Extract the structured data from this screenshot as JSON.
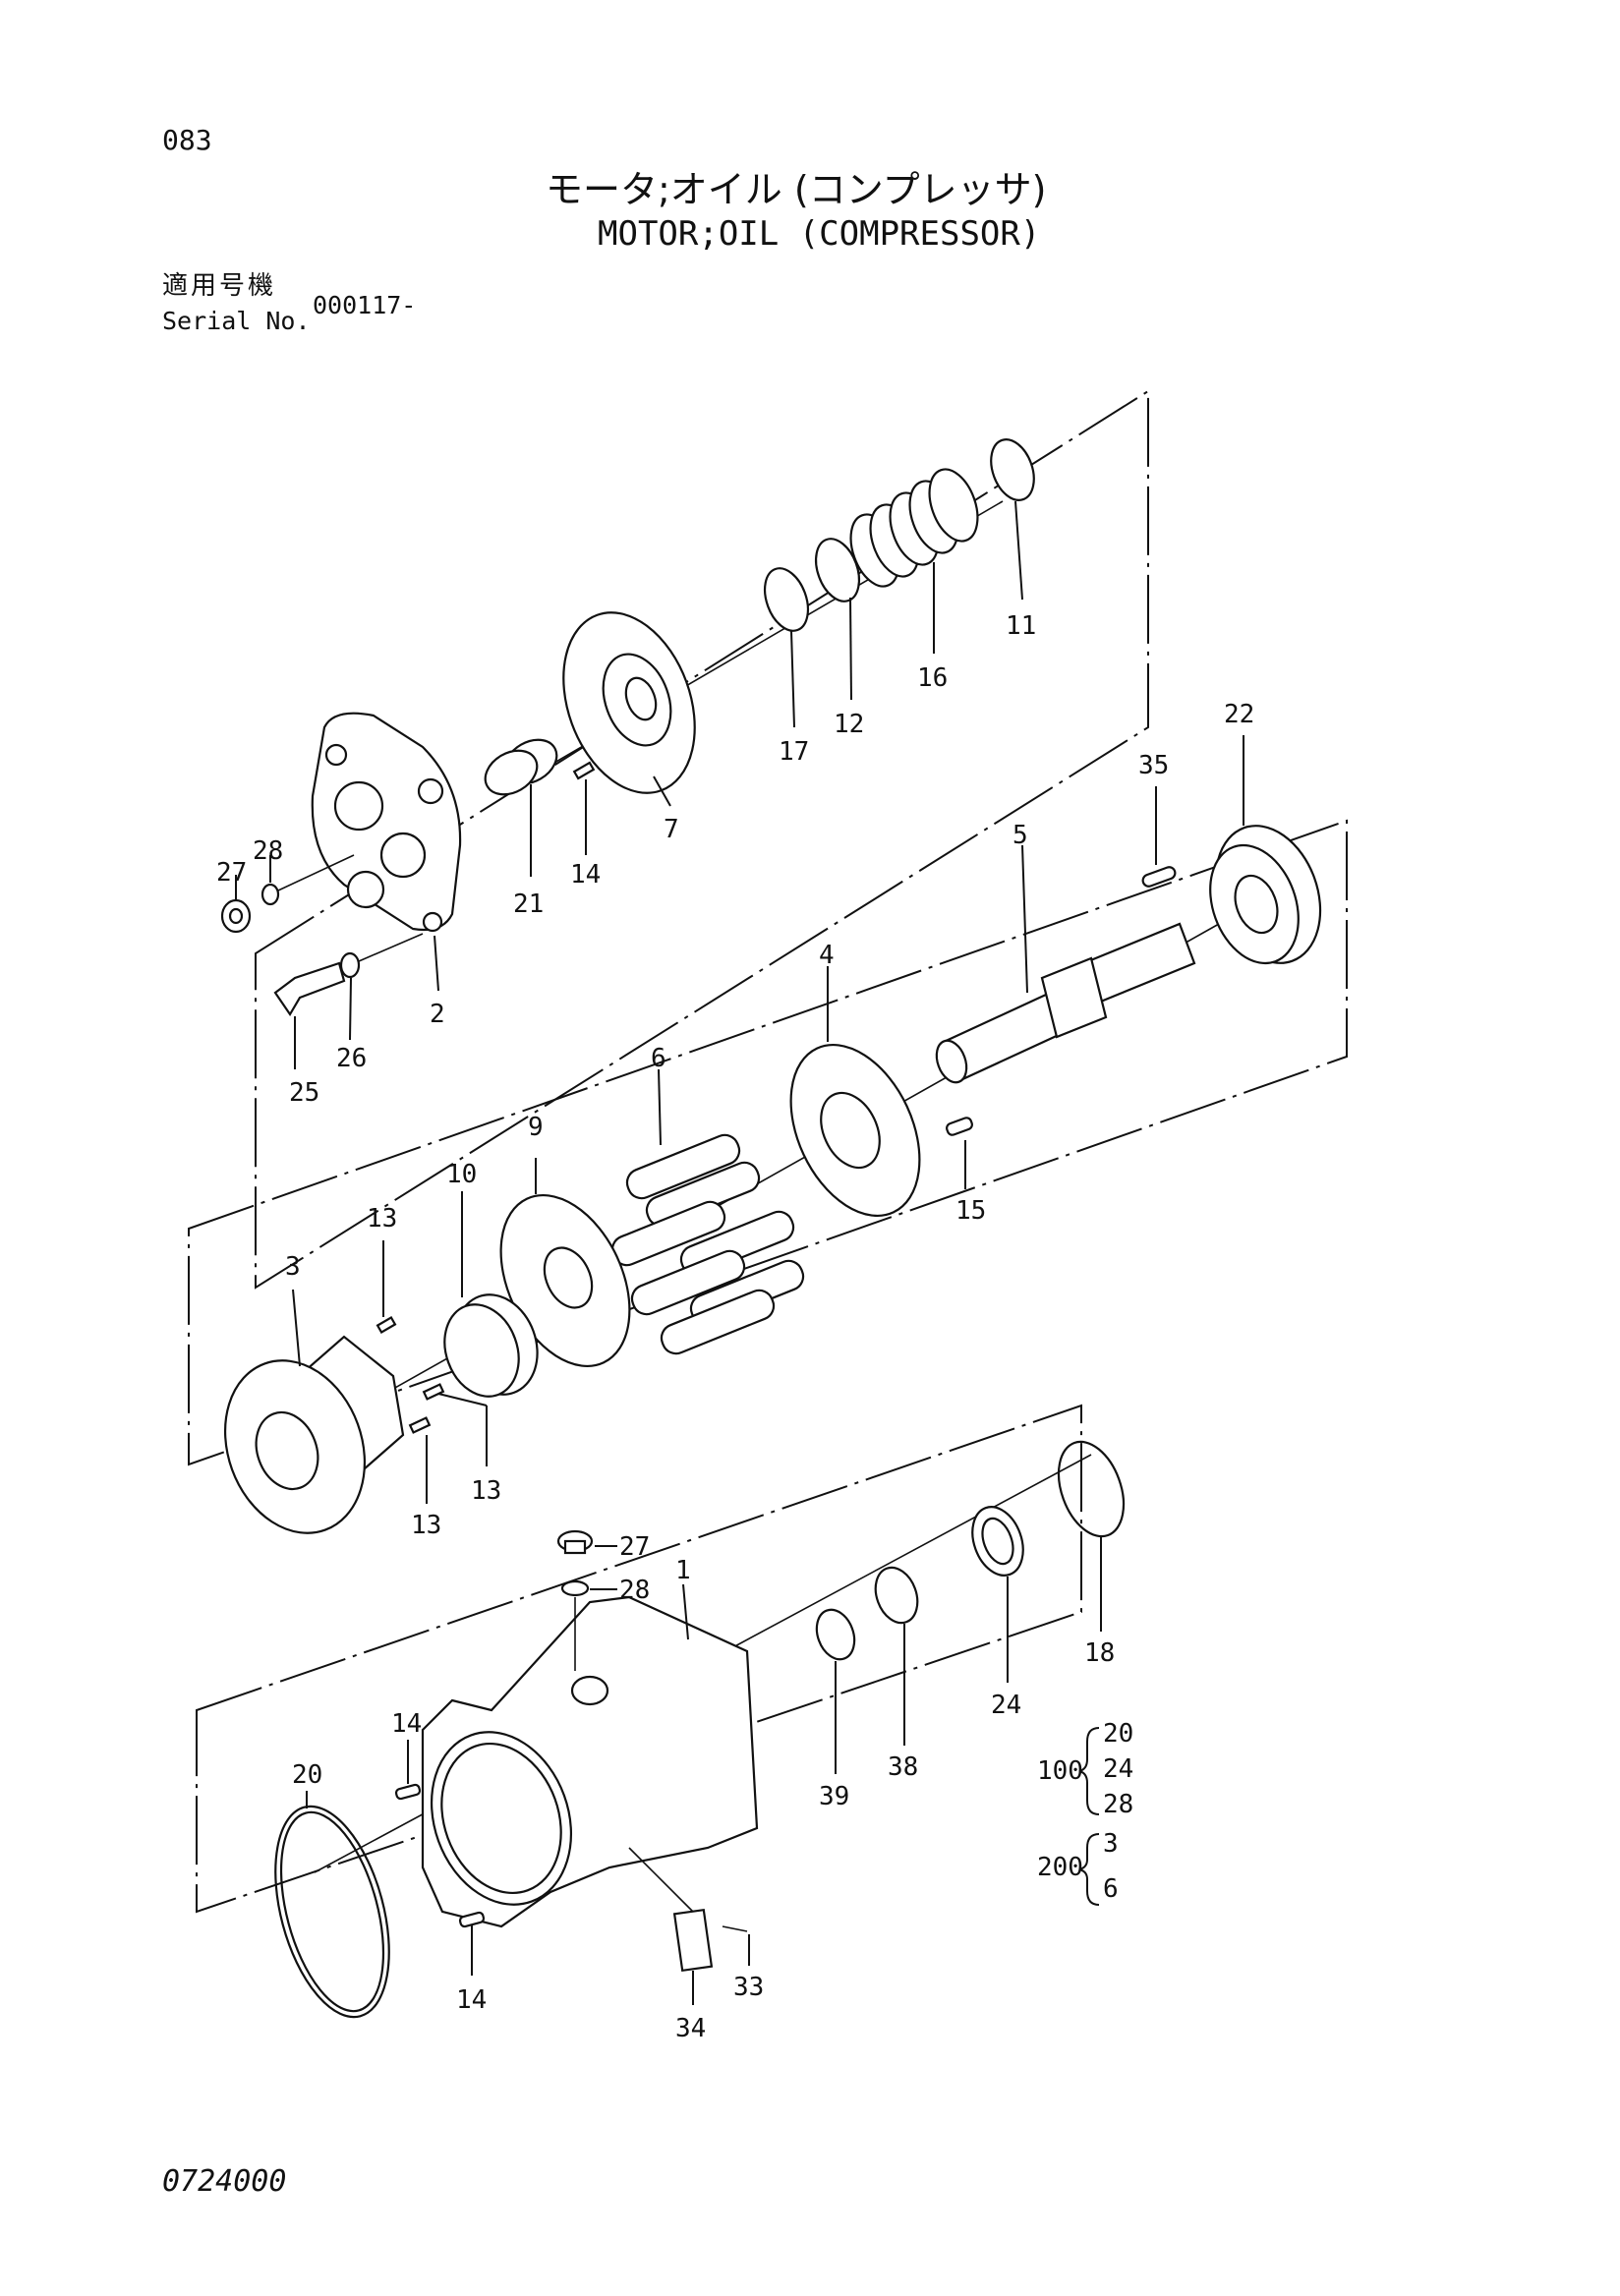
{
  "header": {
    "page_number": "083",
    "title_jp": "モータ;オイル (コンプレッサ)",
    "title_en": "MOTOR;OIL (COMPRESSOR)",
    "serial_label_jp": "適用号機",
    "serial_label_en": "Serial No.",
    "serial_value": "000117-"
  },
  "callouts": {
    "p1": "1",
    "p2": "2",
    "p3": "3",
    "p4": "4",
    "p5": "5",
    "p6": "6",
    "p7": "7",
    "p9": "9",
    "p10": "10",
    "p11": "11",
    "p12": "12",
    "p13a": "13",
    "p13b": "13",
    "p13c": "13",
    "p14a": "14",
    "p14b": "14",
    "p14c": "14",
    "p15": "15",
    "p16": "16",
    "p17": "17",
    "p18": "18",
    "p20": "20",
    "p21": "21",
    "p22": "22",
    "p24": "24",
    "p25": "25",
    "p26": "26",
    "p27a": "27",
    "p27b": "27",
    "p28a": "28",
    "p28b": "28",
    "p33": "33",
    "p34": "34",
    "p35": "35",
    "p38": "38",
    "p39": "39"
  },
  "kits": [
    {
      "id": "100",
      "parts": [
        "20",
        "24",
        "28"
      ]
    },
    {
      "id": "200",
      "parts": [
        "3",
        "6"
      ]
    }
  ],
  "footer": {
    "doc_code": "0724000"
  }
}
